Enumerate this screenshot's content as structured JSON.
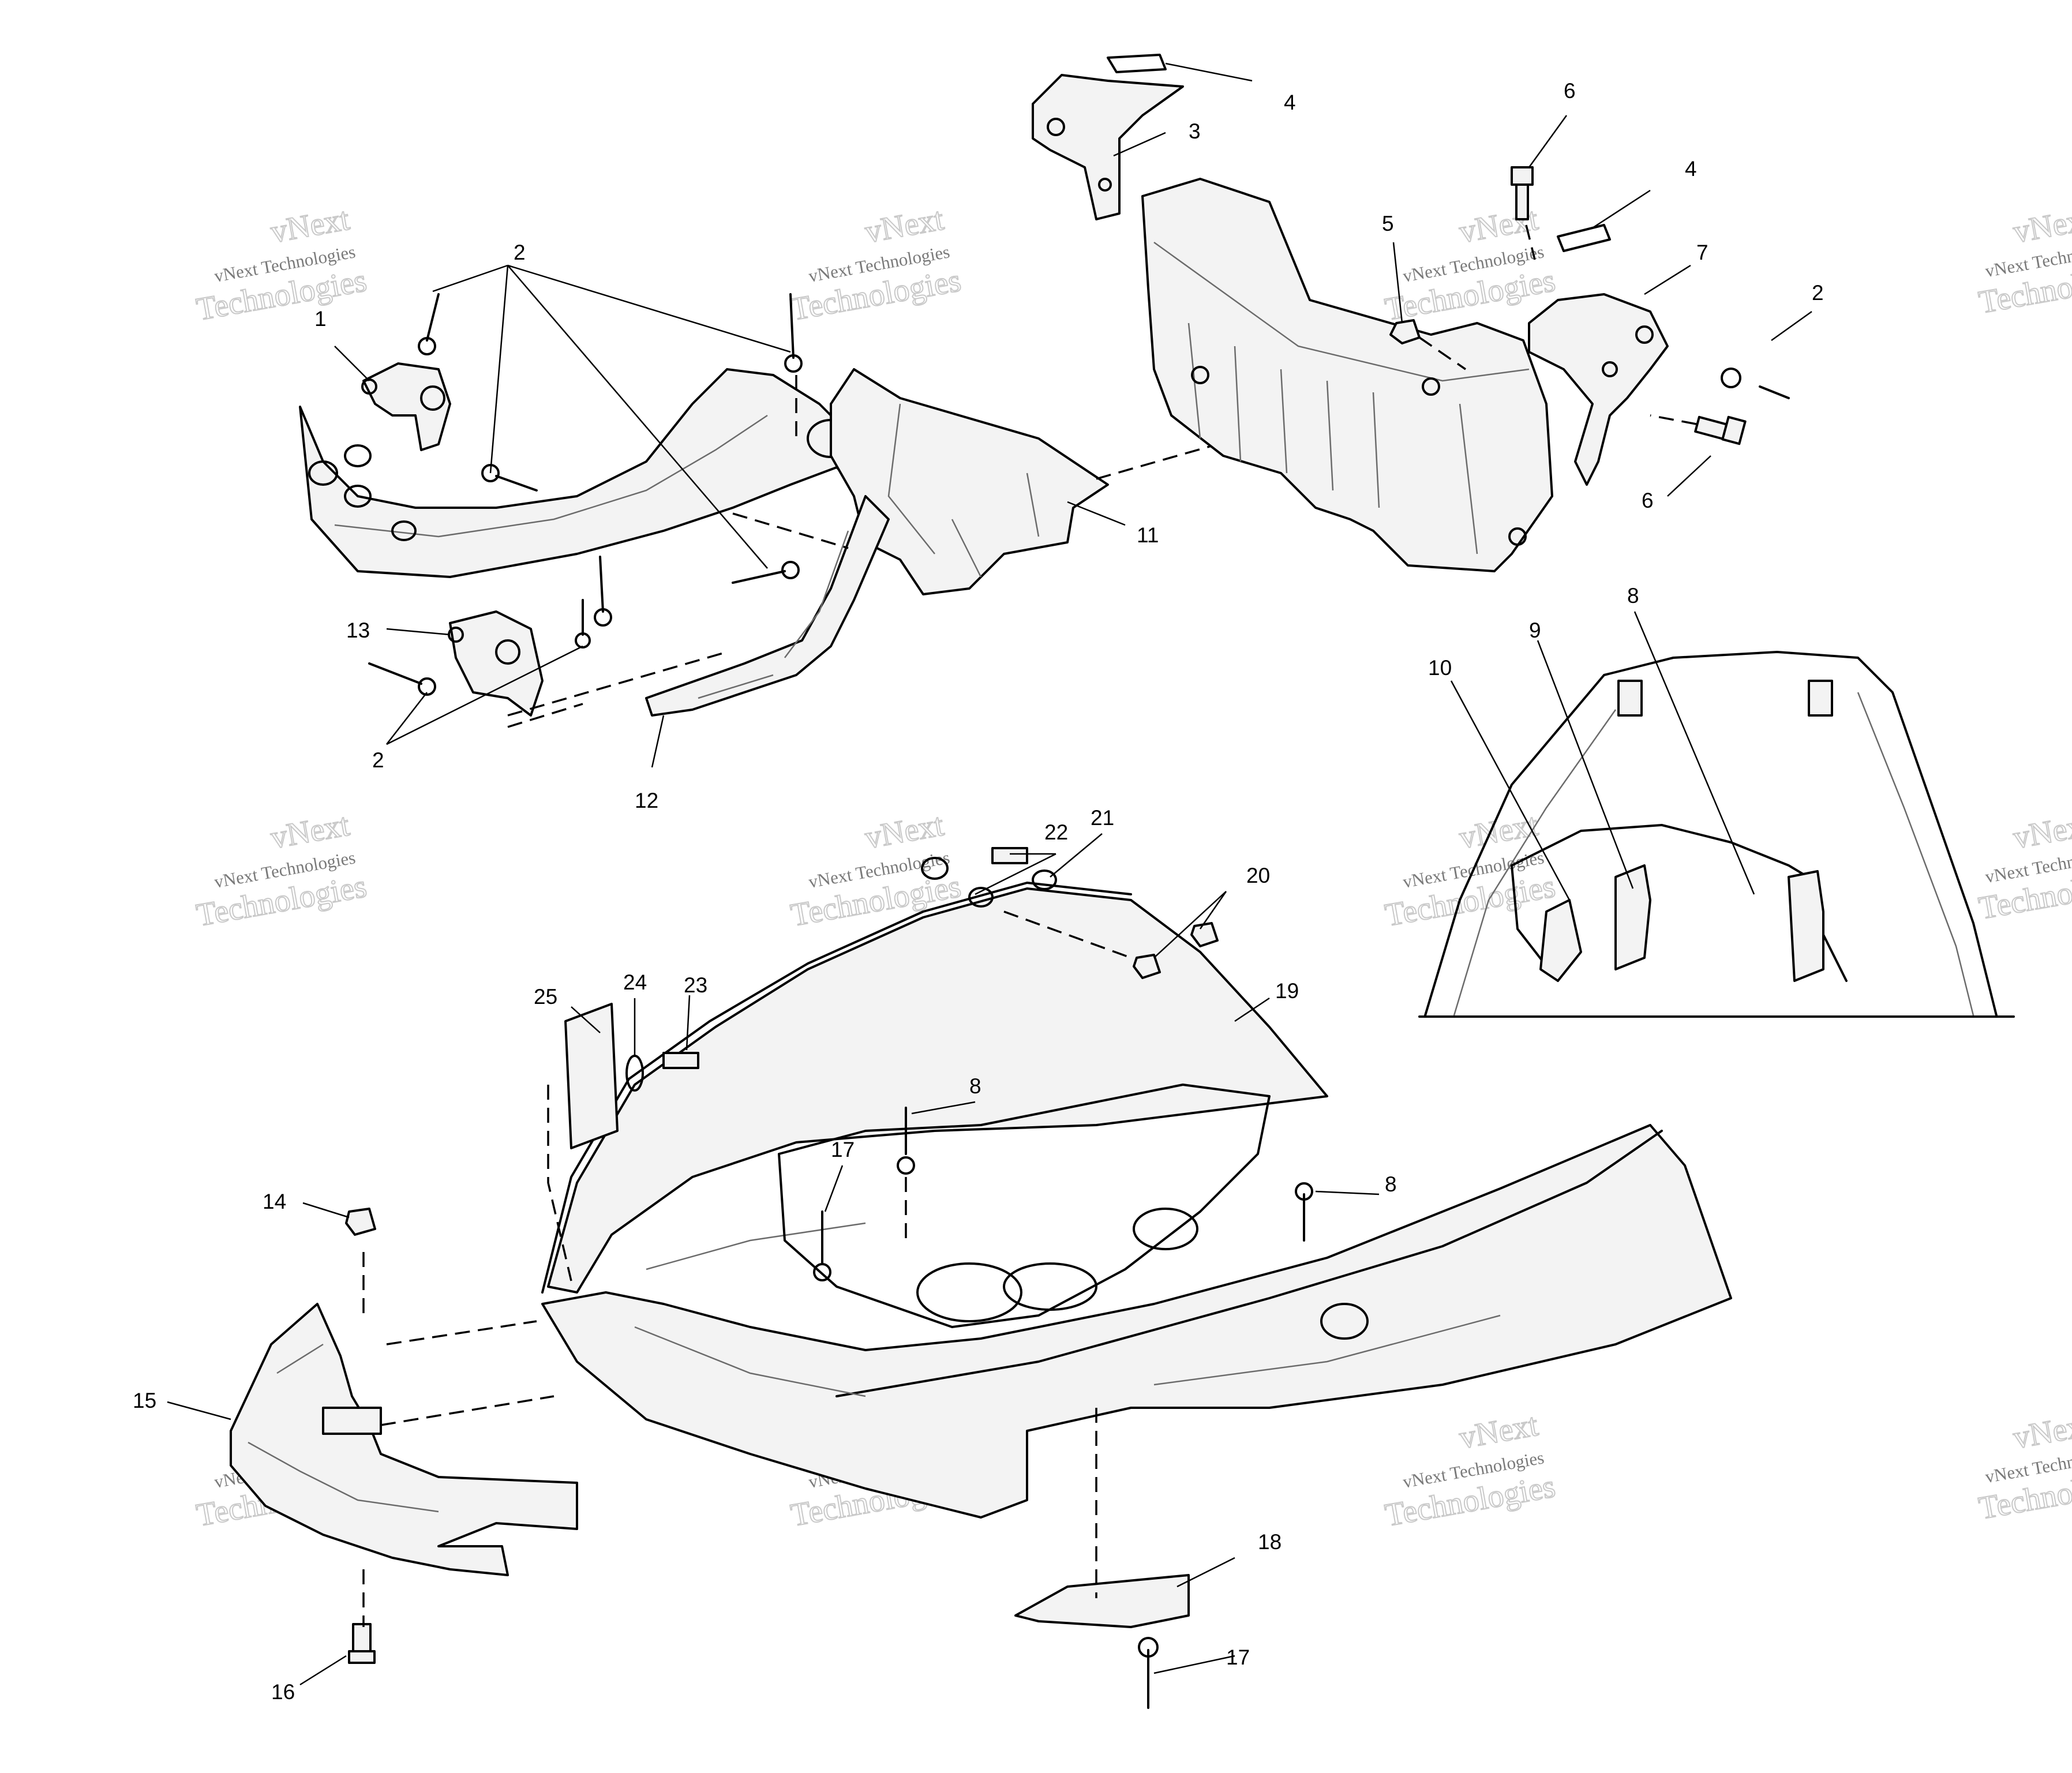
{
  "watermark": {
    "brand": "vNext",
    "small_text": "vNext Technologies",
    "large_text": "Technologies"
  },
  "callouts": {
    "c1": "1",
    "c2a": "2",
    "c2b": "2",
    "c2c": "2",
    "c3": "3",
    "c4a": "4",
    "c4b": "4",
    "c5": "5",
    "c6a": "6",
    "c6b": "6",
    "c7": "7",
    "c8a": "8",
    "c8b": "8",
    "c8c": "8",
    "c9": "9",
    "c10": "10",
    "c11": "11",
    "c12": "12",
    "c13": "13",
    "c14": "14",
    "c15": "15",
    "c16": "16",
    "c17a": "17",
    "c17b": "17",
    "c18": "18",
    "c19": "19",
    "c20": "20",
    "c21": "21",
    "c22": "22",
    "c23": "23",
    "c24": "24",
    "c25": "25"
  }
}
